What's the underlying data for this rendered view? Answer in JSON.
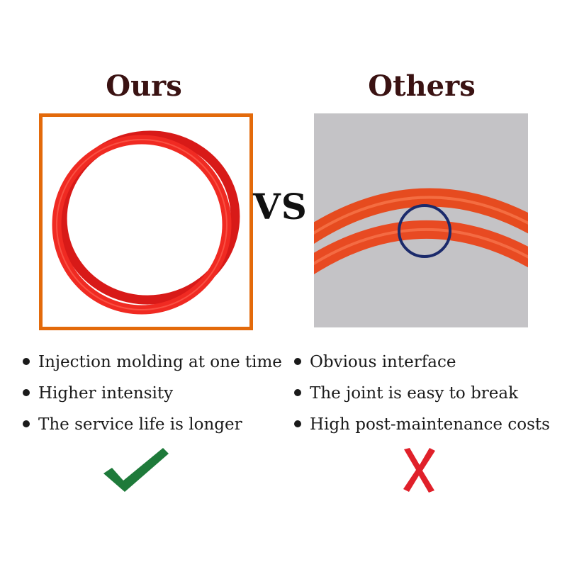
{
  "headings": {
    "ours": "Ours",
    "others": "Others"
  },
  "vs_label": "VS",
  "ours_features": [
    "Injection molding at one time",
    "Higher intensity",
    "The service life is longer"
  ],
  "others_features": [
    "Obvious interface",
    "The joint is easy to break",
    "High post-maintenance costs"
  ],
  "icons": {
    "ours_verdict": "checkmark-icon",
    "others_verdict": "cross-icon"
  },
  "colors": {
    "ours_frame": "#e36a0b",
    "ring": "#e8231d",
    "highlight_circle": "#1b2a6b",
    "check": "#1e7a3a",
    "cross": "#e0202a"
  }
}
